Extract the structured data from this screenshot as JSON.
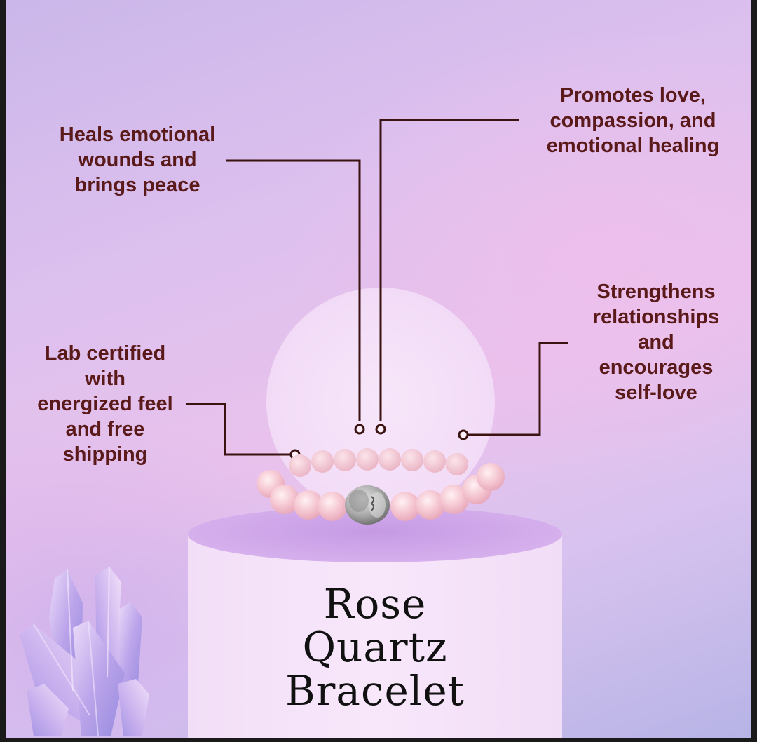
{
  "features": {
    "promotes_love": "Promotes love,\ncompassion, and\nemotional healing",
    "heals_wounds": "Heals emotional\nwounds and\nbrings peace",
    "strengthens": "Strengthens\nrelationships\nand\nencourages\nself-love",
    "lab_certified": "Lab certified\nwith\nenergized feel\nand free\nshipping"
  },
  "product": {
    "title": "Rose\nQuartz\nBracelet"
  },
  "icons": {
    "crystal": "crystal-cluster-icon",
    "charm": "buddha-charm-icon"
  },
  "colors": {
    "text": "#5a1a1a",
    "connector": "#3a1210",
    "bead": "#f2bcc8",
    "pedestal": "#f5e3f9"
  }
}
